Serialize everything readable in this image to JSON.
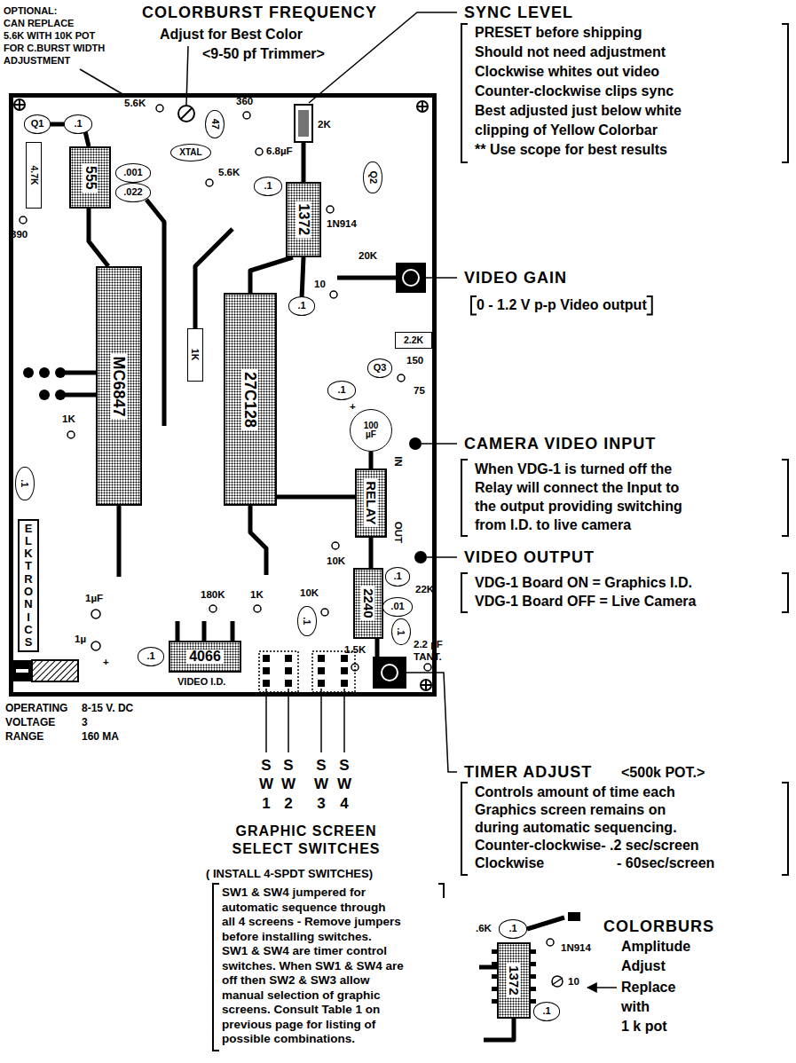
{
  "diagram": {
    "nodes": [
      {
        "text": [
          "VIDEO I.D."
        ]
      },
      {
        "text": [
          "Q1"
        ],
        "in": 0
      },
      {
        "text": [
          ".1"
        ],
        "in": 0
      },
      {
        "text": [
          "4.7K"
        ],
        "in": 0
      },
      {
        "text": [
          "555"
        ],
        "in": 0
      },
      {
        "text": [
          "47"
        ],
        "in": 0
      },
      {
        "text": [
          "XTAL"
        ],
        "in": 0
      },
      {
        "text": [
          ".001"
        ],
        "in": 0
      },
      {
        "text": [
          ".022"
        ],
        "in": 0
      },
      {
        "text": [
          ".1"
        ],
        "in": 0
      },
      {
        "text": [
          "1372"
        ],
        "in": 0
      },
      {
        "text": [
          "Q2"
        ],
        "in": 0
      },
      {
        "text": [
          ".1"
        ],
        "in": 0
      },
      {
        "text": [
          "MC6847"
        ],
        "in": 0
      },
      {
        "text": [
          "27C128"
        ],
        "in": 0
      },
      {
        "text": [
          "1K"
        ],
        "in": 0
      },
      {
        "text": [
          "2.2K"
        ],
        "in": 0
      },
      {
        "text": [
          "Q3"
        ],
        "in": 0
      },
      {
        "text": [
          ".1"
        ],
        "in": 0
      },
      {
        "text": [
          "100 µF"
        ],
        "in": 0
      },
      {
        "text": [
          ".1"
        ],
        "in": 0
      },
      {
        "text": [
          "ELKTRONICS"
        ],
        "in": 0
      },
      {
        "text": [
          "RELAY"
        ],
        "in": 0
      },
      {
        "text": [
          ".1"
        ],
        "in": 0
      },
      {
        "text": [
          "2240"
        ],
        "in": 0
      },
      {
        "text": [
          ".1"
        ],
        "in": 0
      },
      {
        "text": [
          ".01"
        ],
        "in": 0
      },
      {
        "text": [
          ".1"
        ],
        "in": 0
      },
      {
        "text": [
          ".1"
        ],
        "in": 0
      },
      {
        "text": [
          "4066"
        ],
        "in": 0
      },
      {
        "text": [
          ".1"
        ]
      },
      {
        "text": [
          "1372"
        ]
      },
      {
        "text": [
          ".1"
        ]
      }
    ],
    "labels": [
      "OPTIONAL:",
      "CAN REPLACE",
      "5.6K WITH 10K POT",
      "FOR C.BURST WIDTH",
      "ADJUSTMENT",
      "COLORBURST FREQUENCY",
      "Adjust for Best Color",
      "<9-50 pf Trimmer>",
      "5.6K",
      "360",
      "2K",
      "5.6K",
      "6.8µF",
      "390",
      "1N914",
      "20K",
      "10",
      "1K",
      "150",
      "75",
      "+",
      "IN",
      "OUT",
      "10K",
      "180K",
      "1K",
      "10K",
      "22K",
      "1.5K",
      "2.2 µF",
      "TANT.",
      "1µF",
      "1µ",
      "+",
      "OPERATING",
      "VOLTAGE",
      "RANGE",
      "8-15 V. DC",
      "3",
      "160 MA",
      "SW1",
      "SW2",
      "SW3",
      "SW4",
      "GRAPHIC SCREEN",
      "SELECT SWITCHES",
      "( INSTALL 4-SPDT SWITCHES)",
      "SW1 & SW4 jumpered for",
      "automatic sequence through",
      "all 4 screens - Remove jumpers",
      "before installing switches.",
      "SW1 & SW4 are timer control",
      "switches. When SW1 & SW4 are",
      "off then SW2 & SW3 allow",
      "manual selection of graphic",
      "screens. Consult Table 1 on",
      "previous page for listing of",
      "possible combinations.",
      "SYNC LEVEL",
      "PRESET before shipping",
      "Should not need adjustment",
      "Clockwise whites out video",
      "Counter-clockwise clips sync",
      "Best adjusted just below white",
      "clipping of Yellow Colorbar",
      "** Use scope for best results",
      "VIDEO GAIN",
      "0 - 1.2 V p-p Video output",
      "CAMERA VIDEO INPUT",
      "When VDG-1 is turned off the",
      "Relay will connect the Input to",
      "the output providing switching",
      "from I.D. to live camera",
      "VIDEO OUTPUT",
      "VDG-1 Board ON = Graphics I.D.",
      "VDG-1 Board OFF = Live Camera",
      "TIMER ADJUST",
      "<500k POT.>",
      "Controls amount of time each",
      "Graphics screen remains on",
      "during automatic sequencing.",
      "Counter-clockwise- .2 sec/screen",
      "Clockwise",
      "- 60sec/screen",
      ".6K",
      "1N914",
      "10",
      "COLORBURS",
      "Amplitude",
      "Adjust",
      "Replace",
      "with",
      "1 k pot"
    ]
  }
}
